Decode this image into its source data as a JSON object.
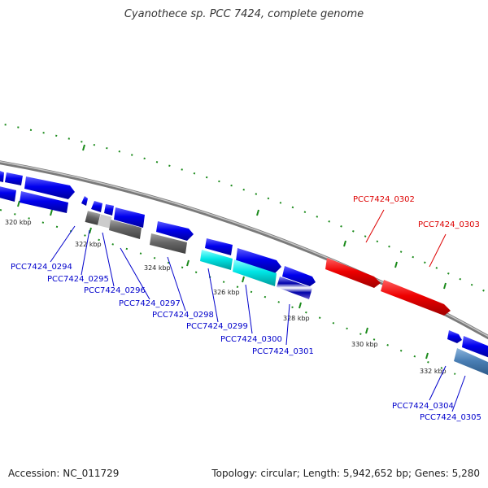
{
  "title": "Cyanothece sp. PCC 7424, complete genome",
  "accession": "Accession: NC_011729",
  "summary": "Topology: circular; Length: 5,942,652 bp; Genes: 5,280",
  "ticks": [
    "320 kbp",
    "322 kbp",
    "324 kbp",
    "326 kbp",
    "328 kbp",
    "330 kbp",
    "332 kbp"
  ],
  "genes": [
    {
      "id": "PCC7424_0294"
    },
    {
      "id": "PCC7424_0295"
    },
    {
      "id": "PCC7424_0296"
    },
    {
      "id": "PCC7424_0297"
    },
    {
      "id": "PCC7424_0298"
    },
    {
      "id": "PCC7424_0299"
    },
    {
      "id": "PCC7424_0300"
    },
    {
      "id": "PCC7424_0301"
    },
    {
      "id": "PCC7424_0302"
    },
    {
      "id": "PCC7424_0303"
    },
    {
      "id": "PCC7424_0304"
    },
    {
      "id": "PCC7424_0305"
    }
  ],
  "colors": {
    "blue": "#0000ee",
    "red": "#ee0000",
    "cyan": "#00e6e6",
    "gray": "#666666",
    "steel": "#4a7fb5",
    "backbone": "#888888",
    "dots": "#1a8a1a",
    "label_blue": "#0000cc",
    "label_red": "#dd0000"
  }
}
